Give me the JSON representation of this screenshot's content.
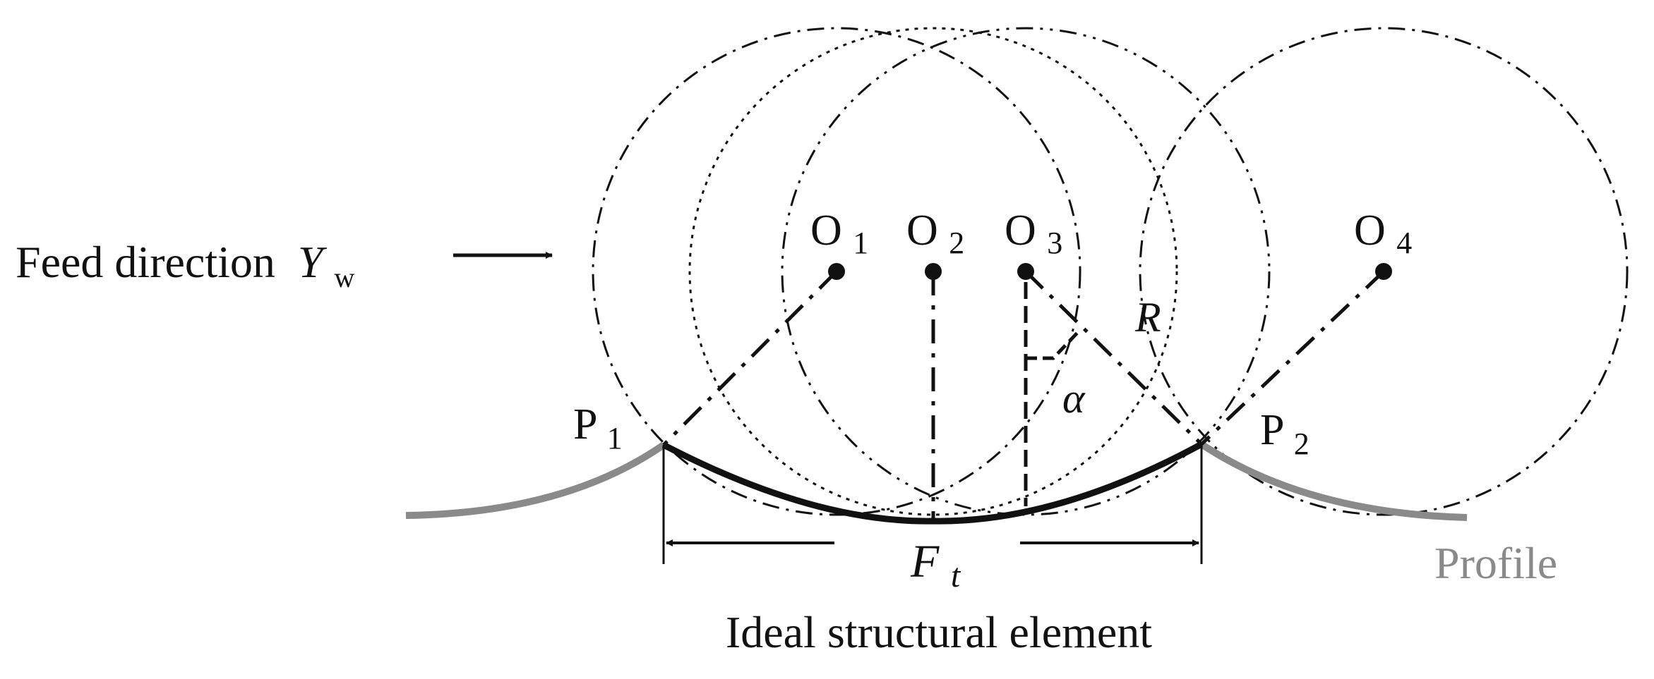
{
  "labels": {
    "feed_direction": "Feed direction",
    "feed_symbol": "Y",
    "feed_symbol_sub": "w",
    "o_main": "O",
    "o1_sub": "1",
    "o2_sub": "2",
    "o3_sub": "3",
    "o4_sub": "4",
    "p_main": "P",
    "p1_sub": "1",
    "p2_sub": "2",
    "radius": "R",
    "angle": "α",
    "feed_per_tooth": "F",
    "feed_per_tooth_sub": "t",
    "ideal_element": "Ideal structural element",
    "profile": "Profile"
  },
  "colors": {
    "ink": "#111111",
    "profile": "#8a8a8a"
  }
}
